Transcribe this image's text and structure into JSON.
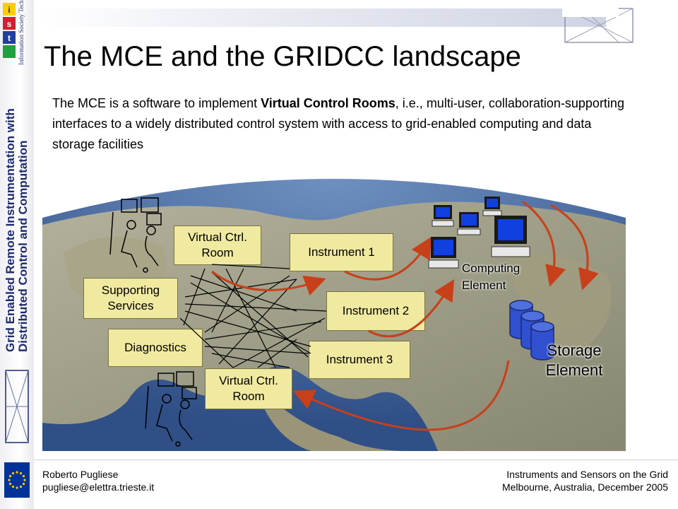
{
  "slide": {
    "title": "The MCE and the GRIDCC landscape",
    "intro_part1": "The MCE is a software to implement ",
    "intro_bold": "Virtual Control Rooms",
    "intro_part2": ", i.e., multi-user, collaboration-supporting  interfaces to a widely distributed control system with access to grid-enabled computing and data storage facilities"
  },
  "sidebar": {
    "vertical_line1": "Grid Enabled Remote Instrumentation with",
    "vertical_line2": "Distributed Control and Computation",
    "ist_label": "Information Society Technologies"
  },
  "diagram": {
    "virtual_ctrl_room_1": "Virtual Ctrl. Room",
    "virtual_ctrl_room_2": "Virtual Ctrl. Room",
    "supporting_services": "Supporting Services",
    "diagnostics": "Diagnostics",
    "instrument_1": "Instrument 1",
    "instrument_2": "Instrument 2",
    "instrument_3": "Instrument 3",
    "computing_element": "Computing Element",
    "storage_element": "Storage Element"
  },
  "footer": {
    "author": "Roberto Pugliese",
    "email": "pugliese@elettra.trieste.it",
    "event": "Instruments and Sensors on the Grid",
    "location": "Melbourne, Australia, December 2005"
  },
  "colors": {
    "box_fill": "#f0e9a0",
    "arrow": "#c8401a",
    "sidebar_text": "#1e2a6e",
    "eu_blue": "#003399",
    "eu_star": "#ffcc00"
  }
}
